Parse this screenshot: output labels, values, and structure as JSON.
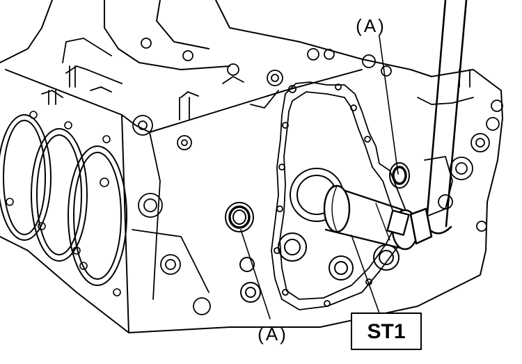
{
  "figure": {
    "callout_top": "(A)",
    "callout_bottom": "(A)",
    "tool_label": "ST1"
  },
  "colors": {
    "ink": "#000000",
    "paper": "#ffffff"
  }
}
